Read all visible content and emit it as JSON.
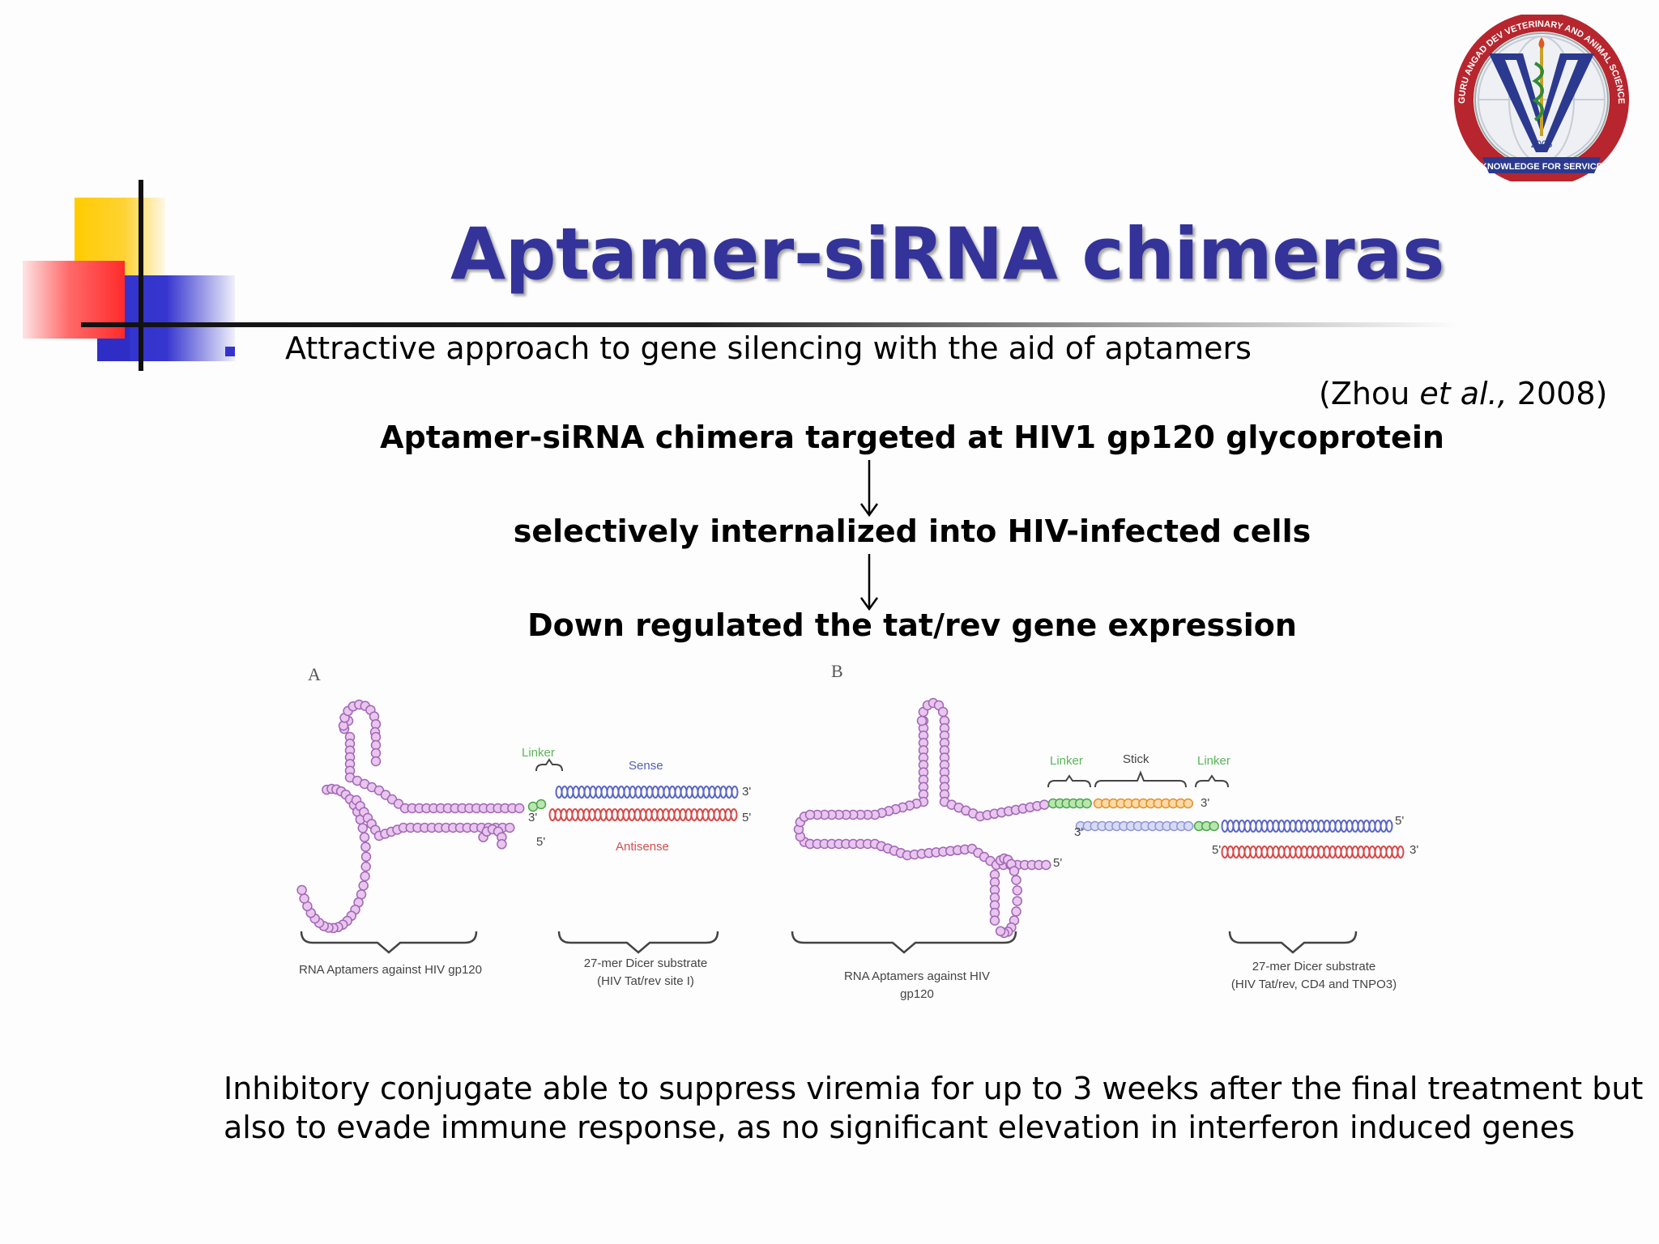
{
  "title": "Aptamer-siRNA chimeras",
  "bullet": "Attractive approach to gene silencing with the aid of aptamers",
  "citation": {
    "author": "(Zhou ",
    "etal": "et al.,",
    "year": " 2008)"
  },
  "flow": {
    "step1": "Aptamer-siRNA chimera targeted at HIV1 gp120 glycoprotein",
    "step2": "selectively internalized into HIV-infected cells",
    "step3": "Down regulated the tat/rev gene expression"
  },
  "figure": {
    "panel_a": {
      "letter": "A",
      "linker": "Linker",
      "sense": "Sense",
      "antisense": "Antisense",
      "end_3a": "3'",
      "end_5a": "5'",
      "end_3b": "3'",
      "end_5b": "5'",
      "caption_left": "RNA Aptamers against HIV gp120",
      "caption_right_1": "27-mer Dicer substrate",
      "caption_right_2": "(HIV Tat/rev site I)"
    },
    "panel_b": {
      "letter": "B",
      "linker1": "Linker",
      "stick": "Stick",
      "linker2": "Linker",
      "end_3a": "3'",
      "end_3b": "3'",
      "end_5a": "5'",
      "end_5b": "5'",
      "end_5c": "5'",
      "end_3c": "3'",
      "caption_left_1": "RNA Aptamers against HIV",
      "caption_left_2": "gp120",
      "caption_right_1": "27-mer Dicer substrate",
      "caption_right_2": "(HIV Tat/rev, CD4 and TNPO3)"
    }
  },
  "conclusion": {
    "line1": "Inhibitory conjugate able to suppress viremia for up to 3 weeks after the final treatment but",
    "line2": "also to evade immune response, as no significant elevation in interferon induced genes"
  },
  "logo": {
    "name": "GURU ANGAD DEV VETERINARY AND ANIMAL SCIENCES UNIVERSITY",
    "year": "2005",
    "motto": "KNOWLEDGE FOR SERVICE"
  }
}
